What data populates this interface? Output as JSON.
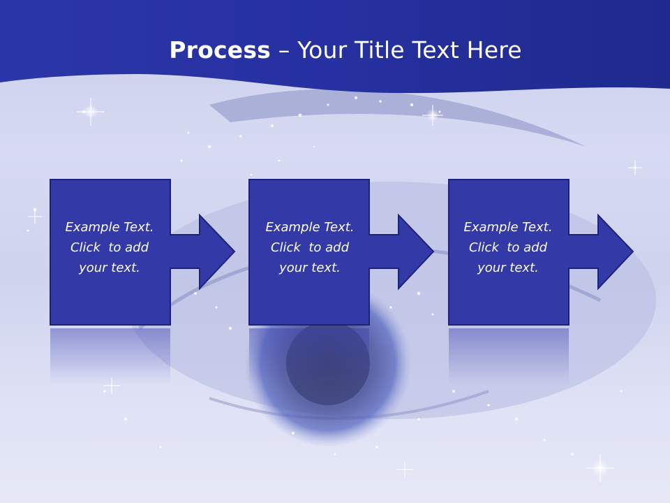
{
  "title": {
    "bold": "Process",
    "rest": " – Your Title Text Here"
  },
  "steps": [
    {
      "lines": [
        "Example Text.",
        "Click  to add",
        "your text."
      ]
    },
    {
      "lines": [
        "Example Text.",
        "Click  to add",
        "your text."
      ]
    },
    {
      "lines": [
        "Example Text.",
        "Click  to add",
        "your text."
      ]
    }
  ],
  "colors": {
    "header": "#2a35a6",
    "box_fill": "#3439a8",
    "box_border": "#1c2278",
    "background": "#d4d7f0"
  }
}
